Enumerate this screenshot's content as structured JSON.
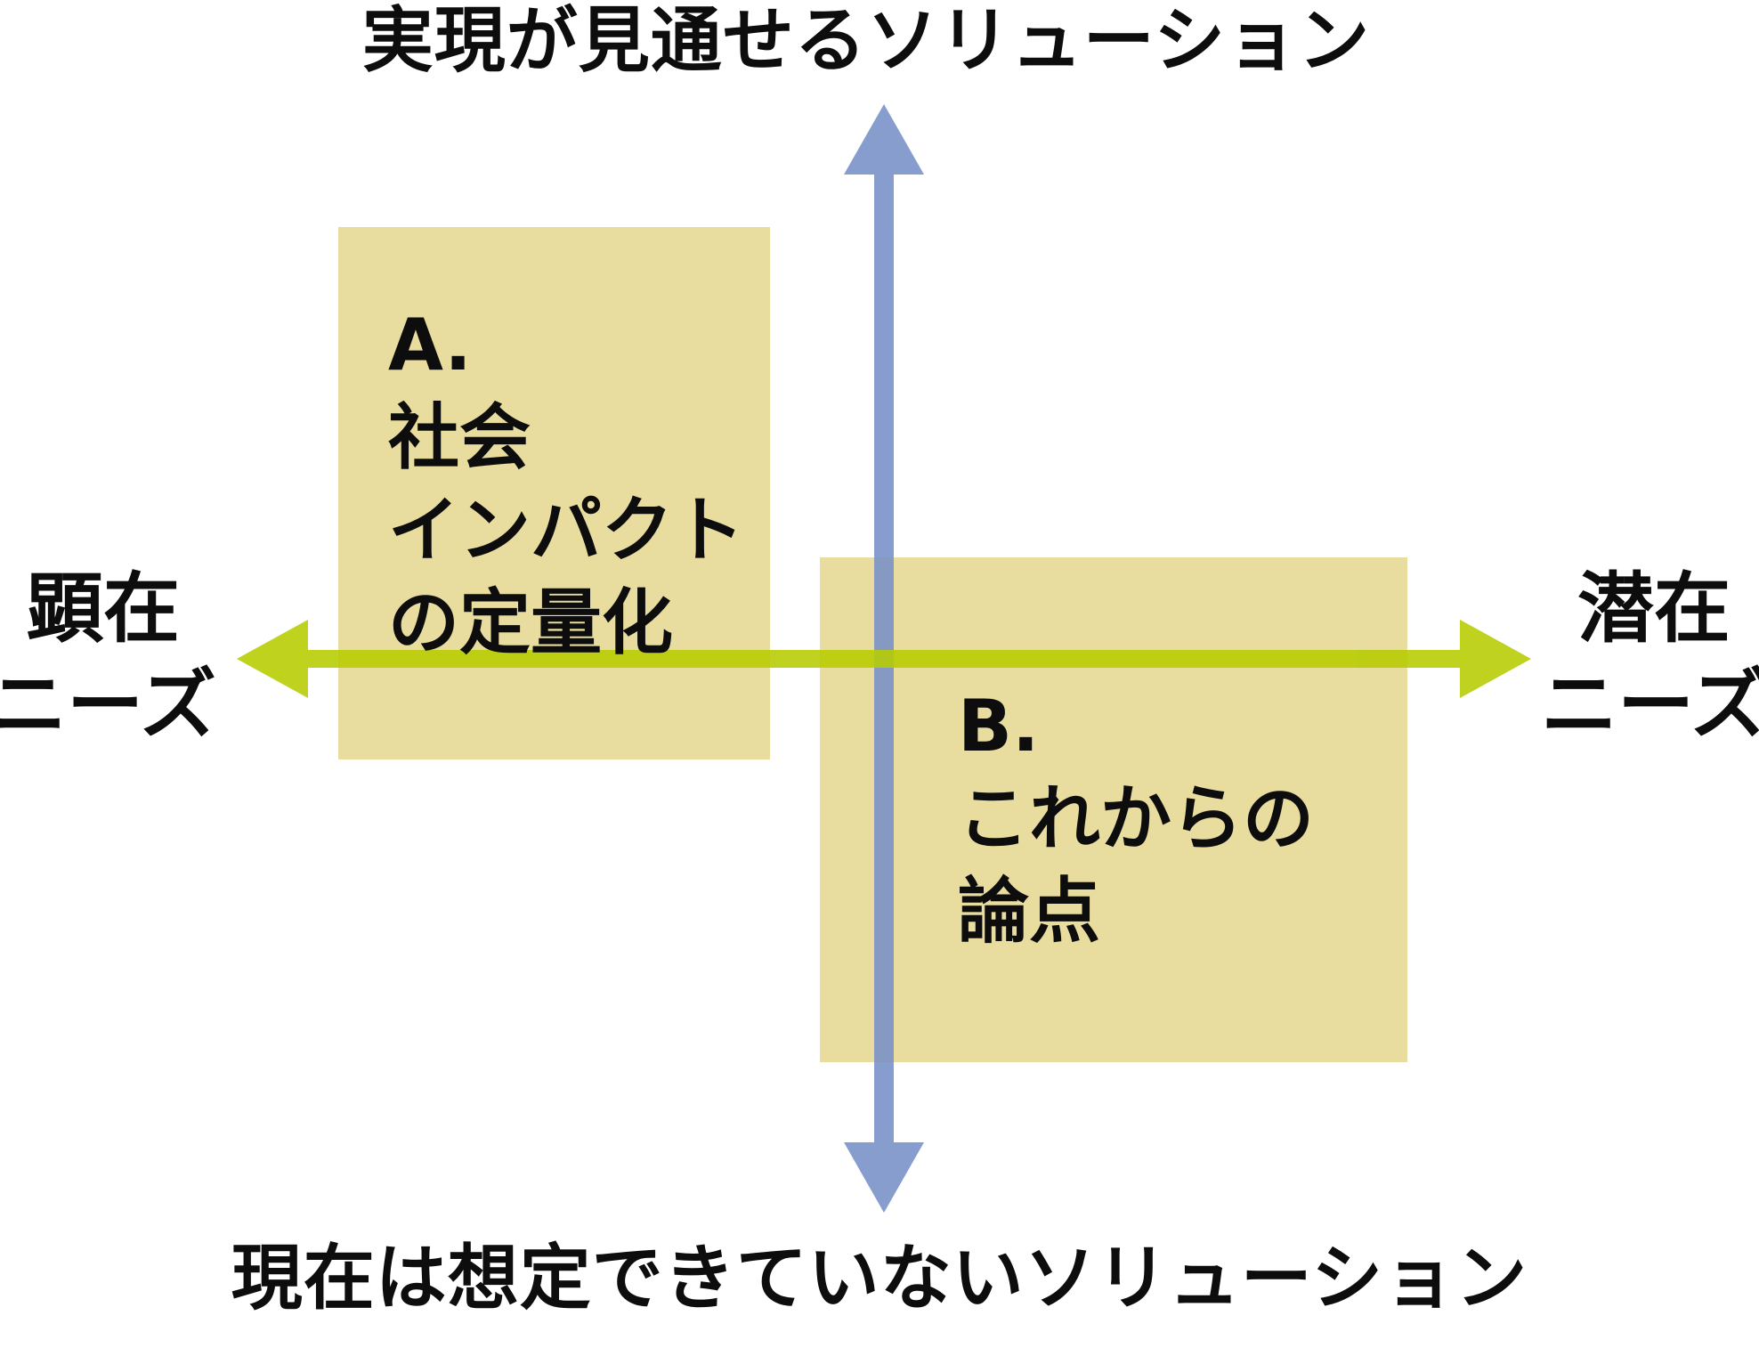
{
  "diagram": {
    "top_label": "実現が見通せるソリューション",
    "bottom_label": "現在は想定できていないソリューション",
    "left_label": {
      "line1": "顕在",
      "line2": "ニーズ"
    },
    "right_label": {
      "line1": "潜在",
      "line2": "ニーズ"
    },
    "quadrant_a": {
      "letter": "A.",
      "line1": "社会",
      "line2": "インパクト",
      "line3": "の定量化"
    },
    "quadrant_b": {
      "letter": "B.",
      "line1": "これからの",
      "line2": "論点"
    },
    "colors": {
      "box_fill": "#e8dc9e",
      "vertical_axis": "#7690c8",
      "horizontal_axis": "#b6cc00",
      "text": "#0d0d0d"
    }
  }
}
